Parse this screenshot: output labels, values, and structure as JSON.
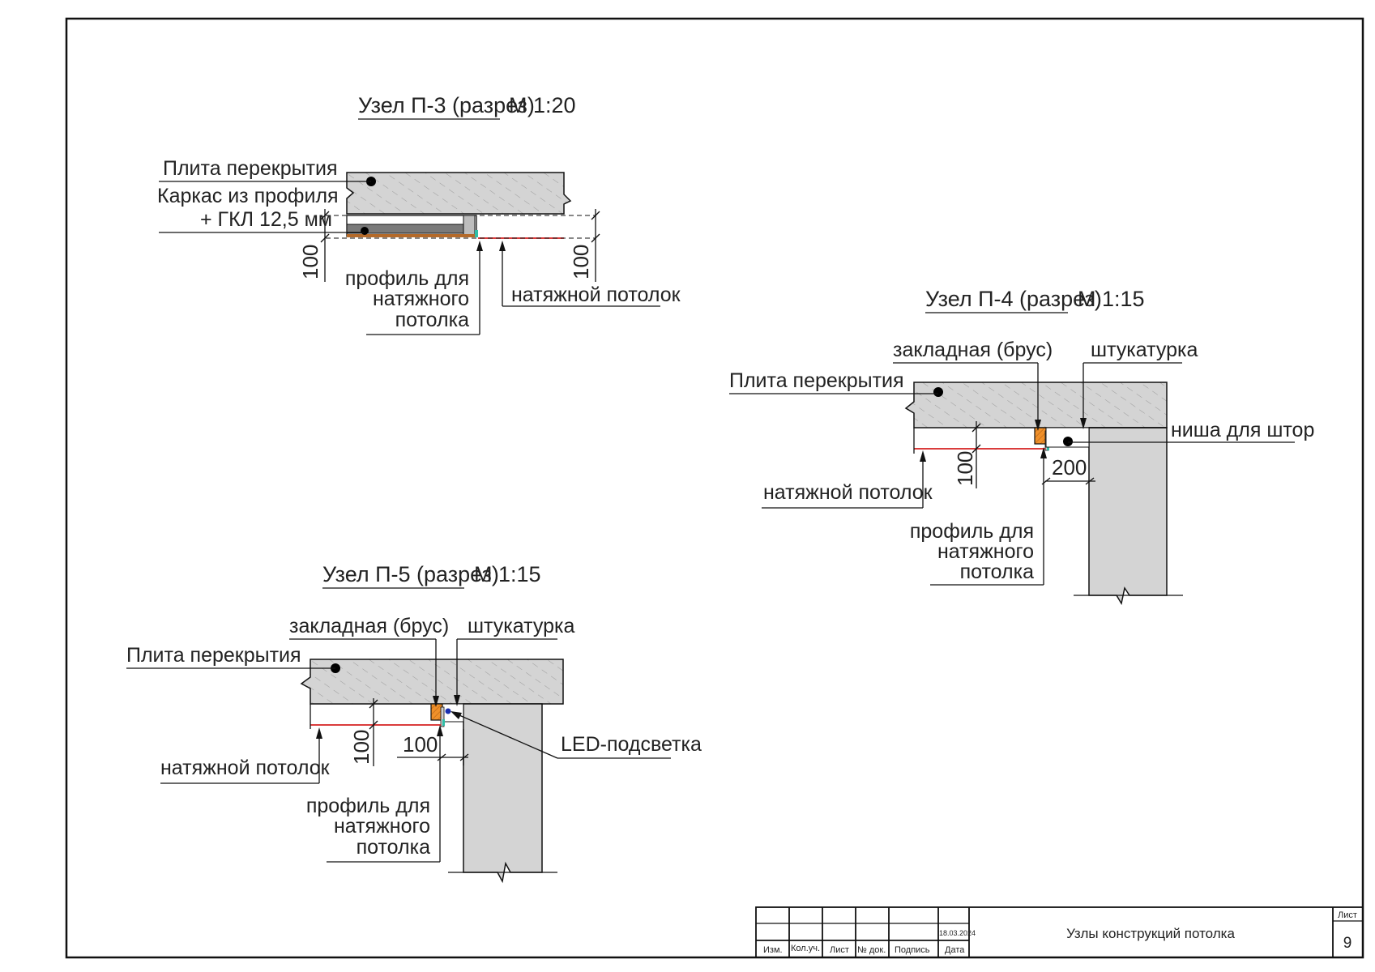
{
  "nodes": {
    "p3": {
      "title": "Узел П-3 (разрез)",
      "scale": "М 1:20",
      "label_slab": "Плита перекрытия",
      "label_frame_1": "Каркас из профиля",
      "label_frame_2": "+ ГКЛ 12,5 мм",
      "dim_left": "100",
      "dim_right": "100",
      "label_profile_1": "профиль для",
      "label_profile_2": "натяжного",
      "label_profile_3": "потолка",
      "label_ceiling": "натяжной потолок"
    },
    "p4": {
      "title": "Узел П-4 (разрез)",
      "scale": "М 1:15",
      "label_embed": "закладная (брус)",
      "label_plaster": "штукатурка",
      "label_slab": "Плита перекрытия",
      "label_niche": "ниша для штор",
      "dim_100": "100",
      "dim_200": "200",
      "label_ceiling": "натяжной потолок",
      "label_profile_1": "профиль для",
      "label_profile_2": "натяжного",
      "label_profile_3": "потолка"
    },
    "p5": {
      "title": "Узел П-5 (разрез)",
      "scale": "М 1:15",
      "label_embed": "закладная (брус)",
      "label_plaster": "штукатурка",
      "label_slab": "Плита перекрытия",
      "label_led": "LED-подсветка",
      "dim_100_v": "100",
      "dim_100_h": "100",
      "label_ceiling": "натяжной потолок",
      "label_profile_1": "профиль для",
      "label_profile_2": "натяжного",
      "label_profile_3": "потолка"
    }
  },
  "title_block": {
    "date": "18.03.2024",
    "col_izm": "Изм.",
    "col_kolvo": "Кол.уч.",
    "col_list": "Лист",
    "col_ndoc": "№ док.",
    "col_sign": "Подпись",
    "col_date": "Дата",
    "sheet_title": "Узлы конструкций потолка",
    "sheet_label": "Лист",
    "sheet_number": "9"
  },
  "colors": {
    "slab_fill": "#d4d4d4",
    "ceiling_line": "#d42020",
    "embed_fill": "#f0902a",
    "led_dot": "#1a2fb0",
    "profile_accent": "#2fbfa8"
  }
}
